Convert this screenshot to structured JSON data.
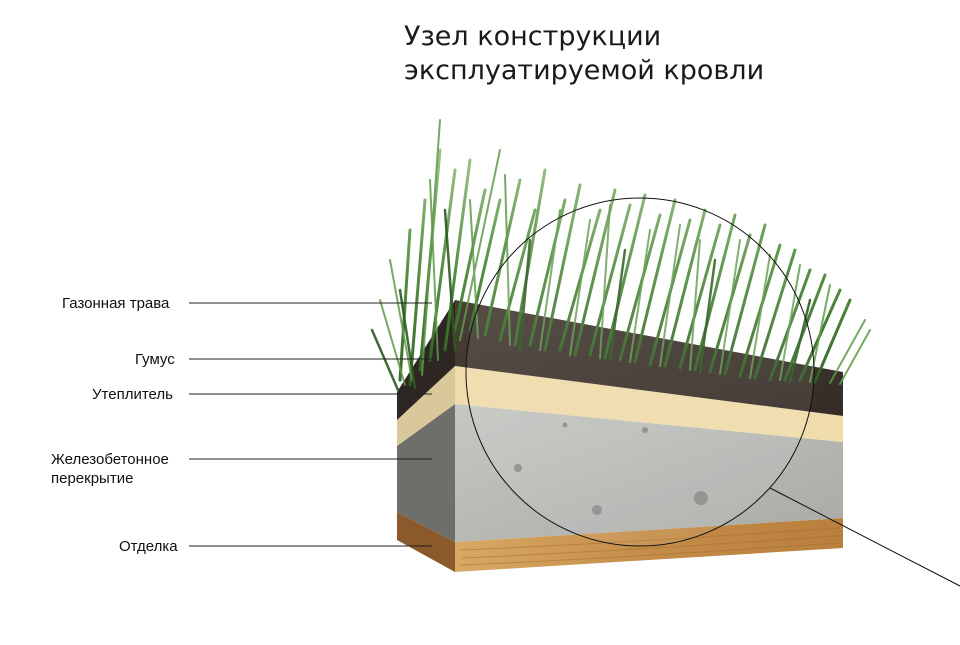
{
  "title": {
    "line1": "Узел конструкции",
    "line2": "эксплуатируемой кровли"
  },
  "layers": [
    {
      "label": "Газонная трава"
    },
    {
      "label": "Гумус"
    },
    {
      "label": "Утеплитель"
    },
    {
      "label": "Железобетонное",
      "label_line2": "перекрытие"
    },
    {
      "label": "Отделка"
    }
  ],
  "colors": {
    "grass": "#3f7a2e",
    "humus": "#3a302a",
    "insulation": "#efdcaa",
    "concrete": "#b9bab5",
    "finish": "#c8944f"
  }
}
